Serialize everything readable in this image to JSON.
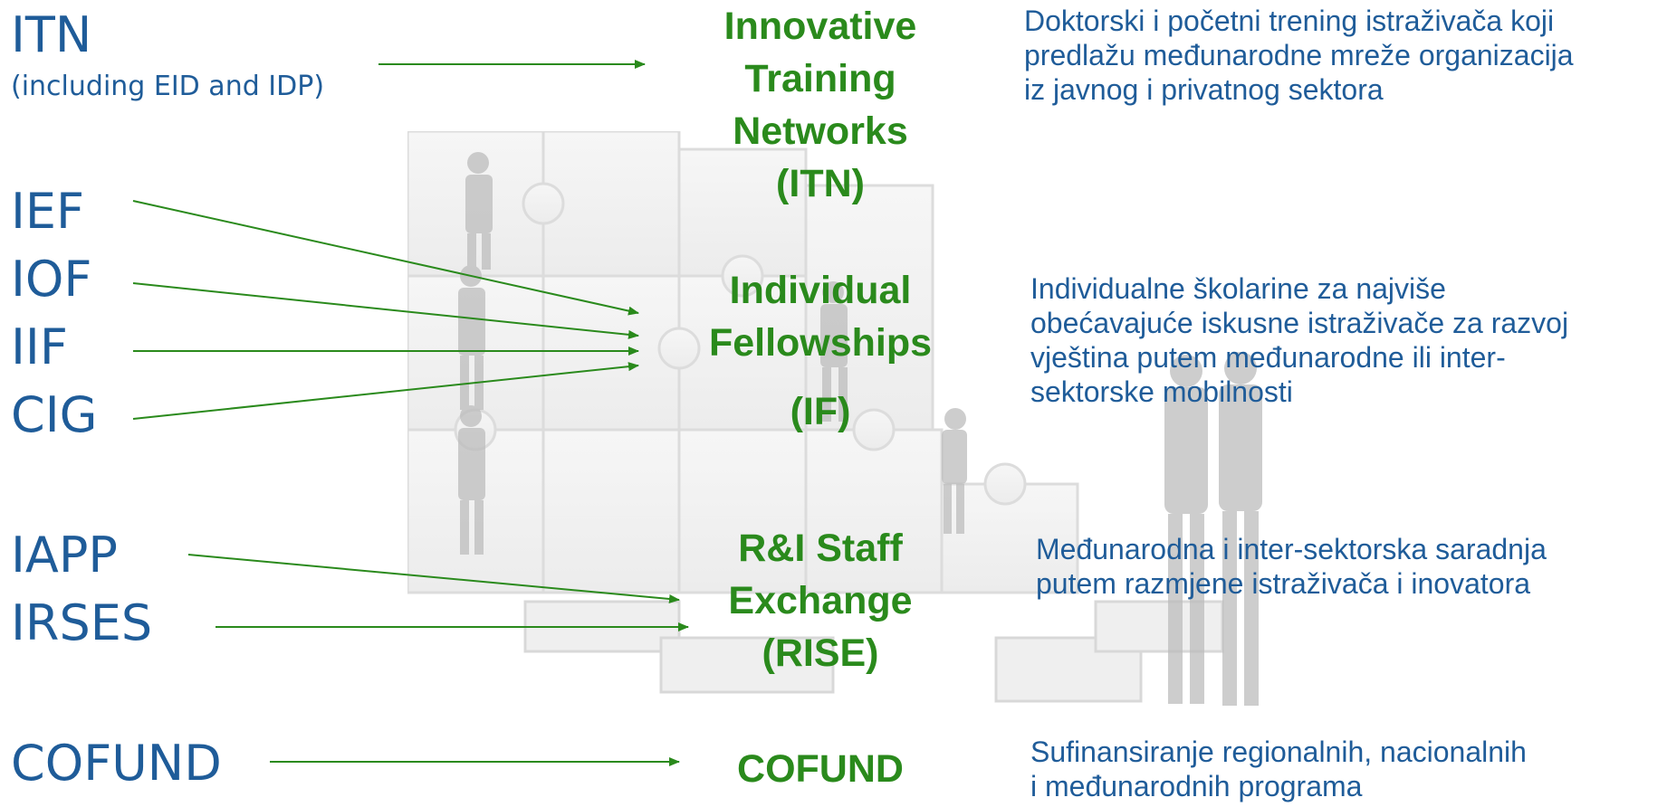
{
  "old_schemes": {
    "itn": "ITN",
    "itn_note": "(including EID and IDP)",
    "ief": "IEF",
    "iof": "IOF",
    "iif": "IIF",
    "cig": "CIG",
    "iapp": "IAPP",
    "irses": "IRSES",
    "cofund": "COFUND"
  },
  "new_actions": {
    "itn": {
      "line1": "Innovative",
      "line2": "Training",
      "line3": "Networks",
      "line4": "(ITN)"
    },
    "if": {
      "line1": "Individual",
      "line2": "Fellowships",
      "line3": "(IF)"
    },
    "rise": {
      "line1": "R&I Staff",
      "line2": "Exchange",
      "line3": "(RISE)"
    },
    "cofund": {
      "line1": "COFUND"
    }
  },
  "descriptions": {
    "itn": {
      "line1": "Doktorski i početni trening istraživača koji",
      "line2": "predlažu međunarodne mreže organizacija",
      "line3": "iz javnog i privatnog sektora"
    },
    "if": {
      "line1": "Individualne školarine za najviše",
      "line2": "obećavajuće iskusne istraživače za razvoj",
      "line3": "vještina putem međunarodne ili inter-",
      "line4": "sektorske mobilnosti"
    },
    "rise": {
      "line1": "Međunarodna i inter-sektorska saradnja",
      "line2": "putem razmjene istraživača i inovatora"
    },
    "cofund": {
      "line1": "Sufinansiranje regionalnih, nacionalnih",
      "line2": "i međunarodnih programa"
    }
  },
  "colors": {
    "old_scheme_text": "#1f5c99",
    "new_action_text": "#2a8a1c",
    "arrow": "#2a8a1c",
    "description_text": "#1f5c99"
  }
}
